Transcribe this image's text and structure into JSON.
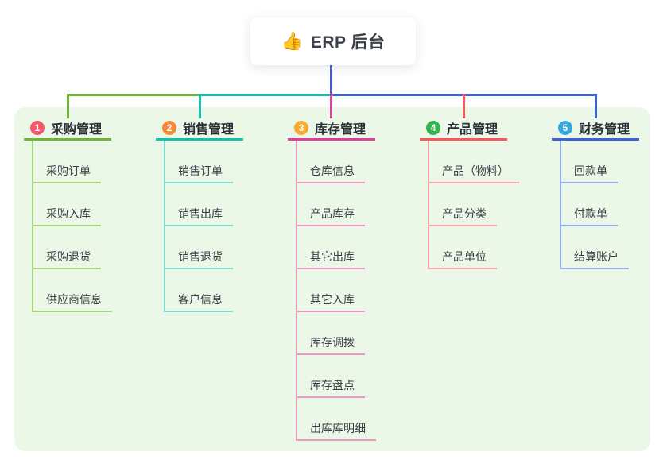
{
  "root": {
    "icon": "👍",
    "title": "ERP 后台"
  },
  "colors": {
    "panel_bg": "#ecf8e7",
    "root_line": "#4a5ad2"
  },
  "branches": [
    {
      "badge": "1",
      "label": "采购管理",
      "badge_color": "#f4586b",
      "line_color": "#72b437",
      "item_line_color": "#a6d37e",
      "items": [
        "采购订单",
        "采购入库",
        "采购退货",
        "供应商信息"
      ]
    },
    {
      "badge": "2",
      "label": "销售管理",
      "badge_color": "#f6893c",
      "line_color": "#15bfae",
      "item_line_color": "#80d9cf",
      "items": [
        "销售订单",
        "销售出库",
        "销售退货",
        "客户信息"
      ]
    },
    {
      "badge": "3",
      "label": "库存管理",
      "badge_color": "#f8a930",
      "line_color": "#e23e97",
      "item_line_color": "#ef93c3",
      "items": [
        "仓库信息",
        "产品库存",
        "其它出库",
        "其它入库",
        "库存调拨",
        "库存盘点",
        "出库库明细"
      ]
    },
    {
      "badge": "4",
      "label": "产品管理",
      "badge_color": "#35b54f",
      "line_color": "#f8555c",
      "item_line_color": "#fba3a7",
      "items": [
        "产品（物料）",
        "产品分类",
        "产品单位"
      ]
    },
    {
      "badge": "5",
      "label": "财务管理",
      "badge_color": "#34a7df",
      "line_color": "#3d63d5",
      "item_line_color": "#97abe7",
      "items": [
        "回款单",
        "付款单",
        "结算账户"
      ]
    }
  ]
}
